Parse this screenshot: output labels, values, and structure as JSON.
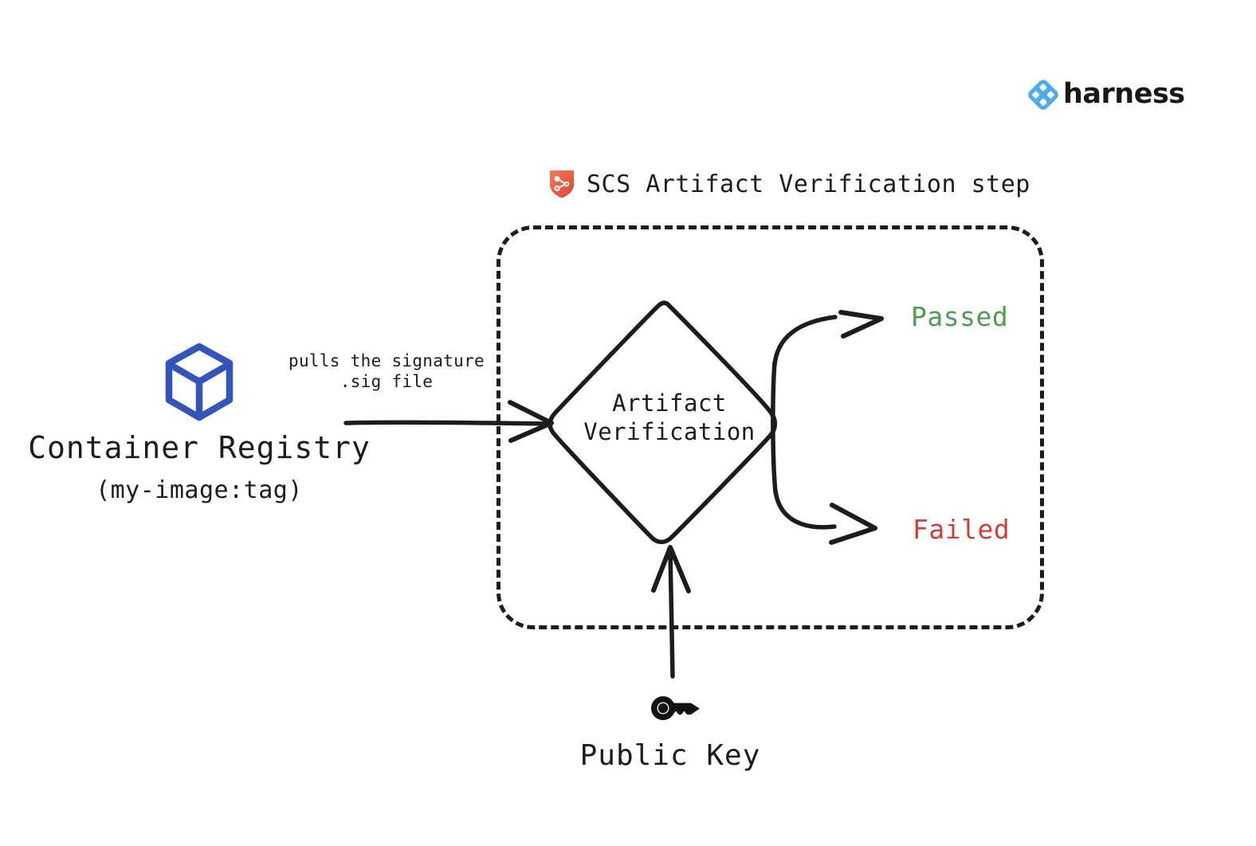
{
  "brand": {
    "name": "harness",
    "logo_icon": "harness-diamond-logo",
    "logo_color": "#4CADE8",
    "wordmark_color": "#181818"
  },
  "step": {
    "icon": "scs-shield-icon",
    "icon_color": "#e25a44",
    "title": "SCS Artifact Verification step"
  },
  "nodes": {
    "registry": {
      "icon": "container-box-icon",
      "icon_color": "#3355bb",
      "label": "Container Registry",
      "sublabel": "(my-image:tag)"
    },
    "decision": {
      "shape": "diamond",
      "label_line1": "Artifact",
      "label_line2": "Verification"
    },
    "public_key": {
      "icon": "key-icon",
      "icon_color": "#111111",
      "label": "Public Key"
    }
  },
  "edges": {
    "registry_to_decision": {
      "annotation_line1": "pulls the signature",
      "annotation_line2": ".sig file"
    },
    "decision_to_passed": {
      "annotation": ""
    },
    "decision_to_failed": {
      "annotation": ""
    },
    "key_to_decision": {
      "annotation": ""
    }
  },
  "outcomes": [
    {
      "label": "Passed",
      "color": "#4a9e4d"
    },
    {
      "label": "Failed",
      "color": "#cc3f3a"
    }
  ],
  "colors": {
    "ink": "#1c1c1c",
    "background": "#ffffff",
    "passed": "#4a9e4d",
    "failed": "#cc3f3a",
    "registry_blue": "#3355bb",
    "brand_blue": "#4CADE8",
    "scs_red": "#e25a44"
  }
}
